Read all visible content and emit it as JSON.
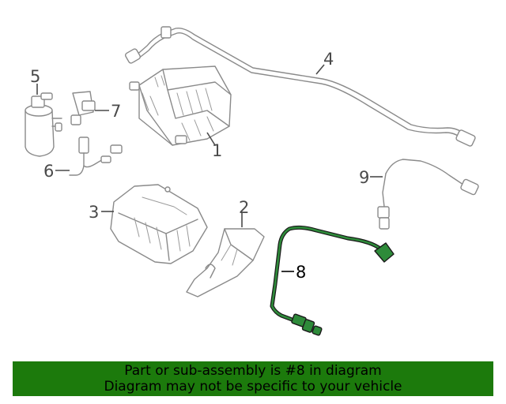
{
  "callouts": {
    "c1": "1",
    "c2": "2",
    "c3": "3",
    "c4": "4",
    "c5": "5",
    "c6": "6",
    "c7": "7",
    "c8": "8",
    "c9": "9"
  },
  "highlight_color": "#2e8b3a",
  "banner": {
    "line1": "Part or sub-assembly is #8 in diagram",
    "line2": "Diagram may not be specific to your vehicle",
    "background": "#1c7a0c"
  }
}
